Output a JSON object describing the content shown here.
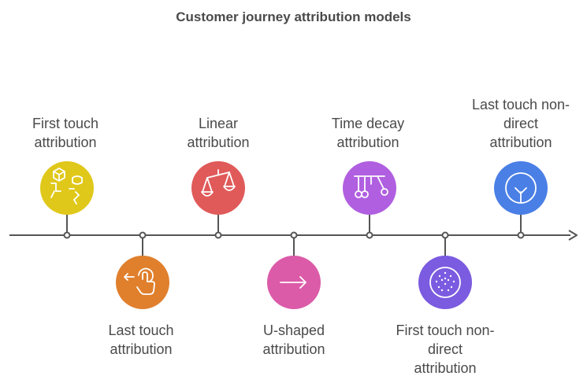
{
  "title": "Customer journey attribution models",
  "colors": {
    "line": "#555555",
    "first_touch": "#E0C81A",
    "last_touch": "#E07F2C",
    "linear": "#E05A5A",
    "u_shaped": "#DB5BA8",
    "time_decay": "#B05FE0",
    "first_touch_non_direct": "#7B5BE0",
    "last_touch_non_direct": "#4A7FE6"
  },
  "models": [
    {
      "id": "first-touch",
      "lines": [
        "First touch",
        "attribution"
      ],
      "icon": "blocks-hand-icon",
      "position": "above"
    },
    {
      "id": "last-touch",
      "lines": [
        "Last touch",
        "attribution"
      ],
      "icon": "tap-back-icon",
      "position": "below"
    },
    {
      "id": "linear",
      "lines": [
        "Linear",
        "attribution"
      ],
      "icon": "balance-scale-icon",
      "position": "above"
    },
    {
      "id": "u-shaped",
      "lines": [
        "U-shaped",
        "attribution"
      ],
      "icon": "arrow-right-icon",
      "position": "below"
    },
    {
      "id": "time-decay",
      "lines": [
        "Time decay",
        "attribution"
      ],
      "icon": "newton-cradle-icon",
      "position": "above"
    },
    {
      "id": "first-touch-non-direct",
      "lines": [
        "First touch non-",
        "direct",
        "attribution"
      ],
      "icon": "dotted-circle-icon",
      "position": "below"
    },
    {
      "id": "last-touch-non-direct",
      "lines": [
        "Last touch non-",
        "direct",
        "attribution"
      ],
      "icon": "tree-circle-icon",
      "position": "above"
    }
  ]
}
